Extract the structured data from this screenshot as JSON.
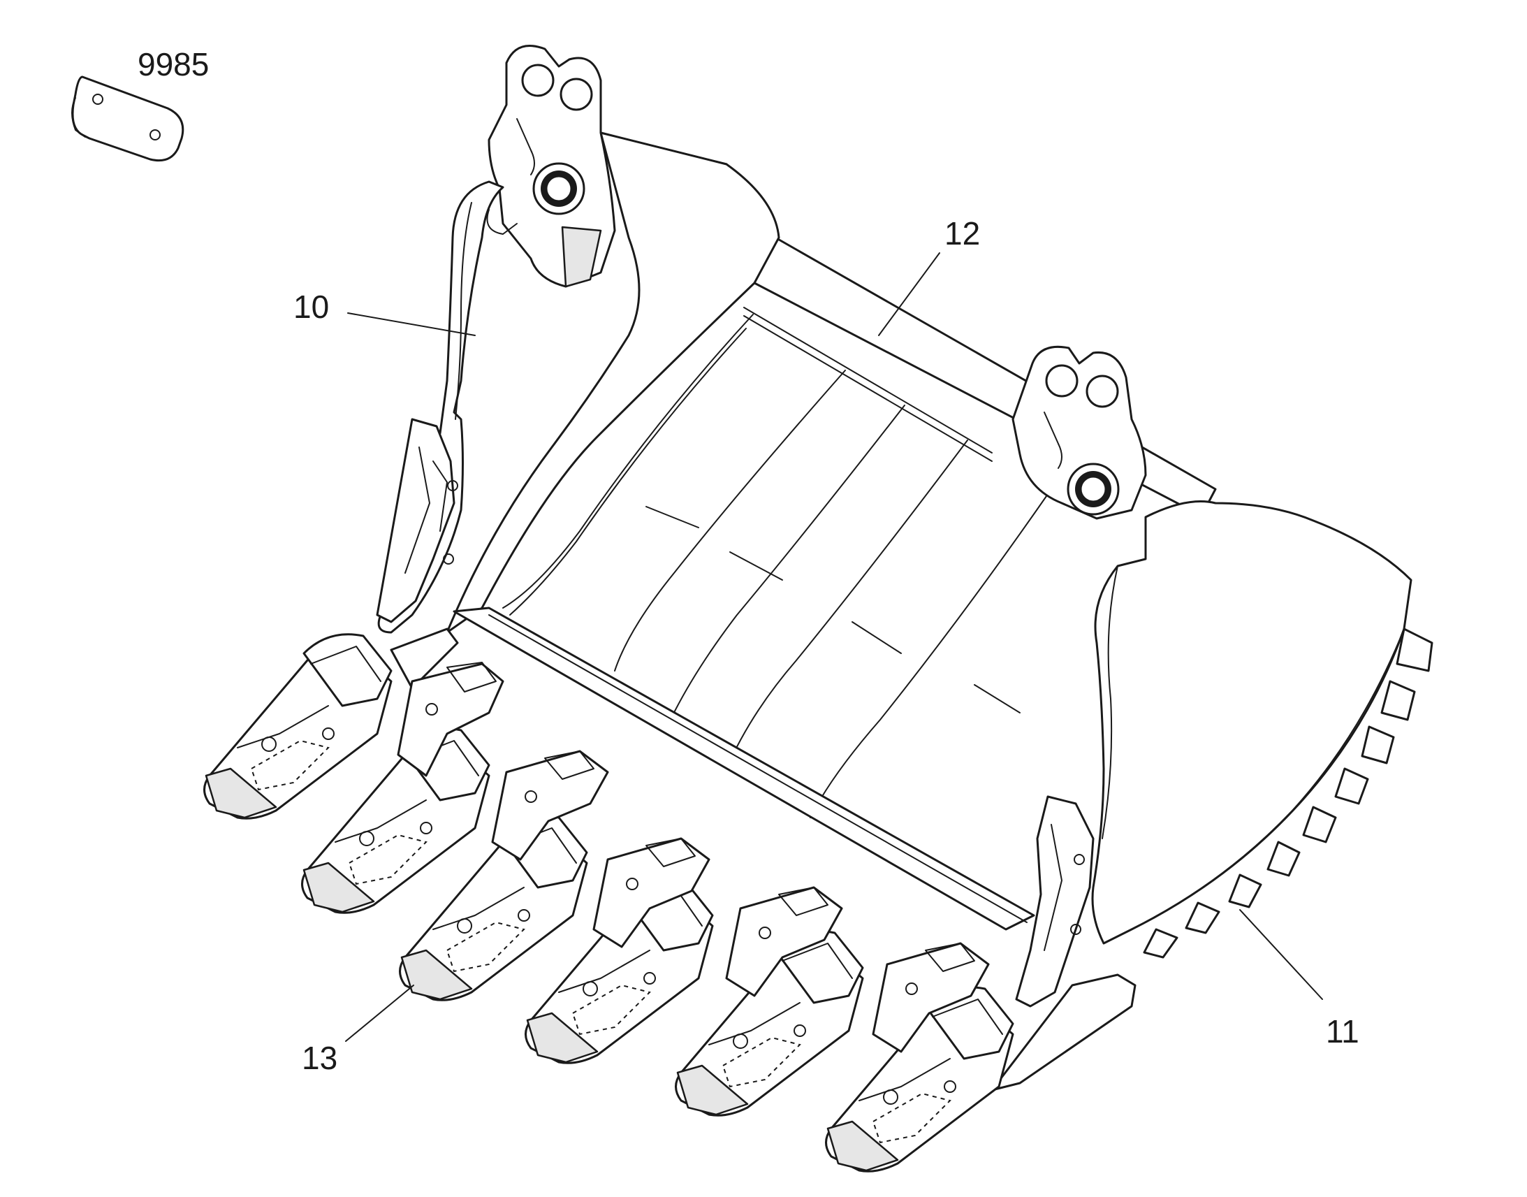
{
  "callouts": {
    "part_9985": "9985",
    "part_10": "10",
    "part_11": "11",
    "part_12": "12",
    "part_13": "13"
  },
  "colors": {
    "line": "#1a1a1a",
    "background": "#ffffff",
    "shade": "#e6e6e6"
  }
}
